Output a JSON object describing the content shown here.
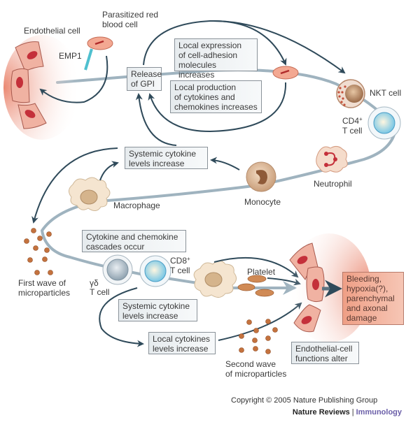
{
  "title": "Malaria pathogenesis: GPI release and cytokine cascades",
  "labels": {
    "endothelial_cell": "Endothelial cell",
    "parasitized_rbc": "Parasitized red\nblood cell",
    "emp1": "EMP1",
    "nkt_cell": "NKT cell",
    "cd4_t_cell": "CD4",
    "cd4_sup": "+",
    "cd4_t_cell_line2": "T cell",
    "neutrophil": "Neutrophil",
    "monocyte": "Monocyte",
    "macrophage": "Macrophage",
    "first_wave": "First wave of\nmicroparticles",
    "gd_t_cell_symbol": "γδ",
    "gd_t_cell": "T cell",
    "cd8_t_cell": "CD8",
    "cd8_sup": "+",
    "cd8_t_cell_line2": "T cell",
    "platelet": "Platelet",
    "second_wave": "Second wave\nof microparticles"
  },
  "boxes": {
    "release_gpi": "Release\nof GPI",
    "local_expression": "Local expression\nof cell-adhesion\nmolecules increases",
    "local_production": "Local production\nof cytokines and\nchemokines increases",
    "systemic_cytokine_1": "Systemic cytokine\nlevels increase",
    "cascades": "Cytokine and chemokine\ncascades occur",
    "systemic_cytokine_2": "Systemic cytokine\nlevels increase",
    "local_cytokines": "Local cytokines\nlevels increase",
    "endothelial_alter": "Endothelial-cell\nfunctions alter",
    "outcome": "Bleeding,\nhypoxia(?),\nparenchymal\nand axonal\ndamage"
  },
  "footer": {
    "copyright": "Copyright © 2005 Nature Publishing Group",
    "publisher": "Nature Reviews",
    "separator": "|",
    "journal": "Immunology"
  },
  "colors": {
    "pathway": "#9fb3bf",
    "arrow": "#2f4a5a",
    "endothelium": "#e9a393",
    "nucleus": "#c4303a",
    "outcome_box": "#ef9f86",
    "journal_accent": "#6a5ea8"
  }
}
